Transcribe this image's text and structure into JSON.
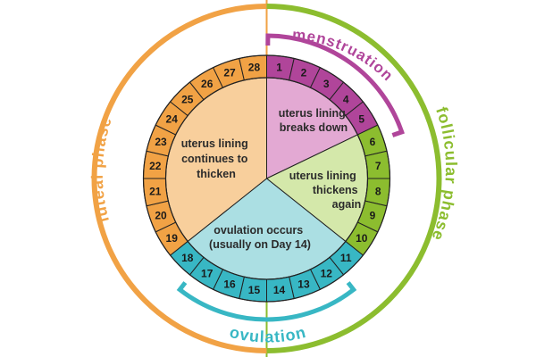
{
  "phases": {
    "menstruation": {
      "label": "menstruation",
      "color": "#b0459a",
      "light": "#e3a9d3",
      "days": [
        1,
        2,
        3,
        4,
        5
      ]
    },
    "follicular": {
      "label": "follicular phase",
      "color": "#8cbd2f",
      "light": "#d4e8aa",
      "days": [
        6,
        7,
        8,
        9,
        10
      ]
    },
    "ovulation": {
      "label": "ovulation",
      "color": "#38b7c4",
      "light": "#abdfe3",
      "days": [
        11,
        12,
        13,
        14,
        15,
        16,
        17,
        18
      ]
    },
    "luteal": {
      "label": "luteal phase",
      "color": "#f1a245",
      "light": "#f8cf9c",
      "days": [
        19,
        20,
        21,
        22,
        23,
        24,
        25,
        26,
        27,
        28
      ]
    }
  },
  "center_labels": {
    "menstruation": [
      "uterus lining",
      "breaks down"
    ],
    "follicular": [
      "uterus lining",
      "thickens",
      "again"
    ],
    "ovulation": [
      "ovulation occurs",
      "(usually on Day 14)"
    ],
    "luteal": [
      "uterus lining",
      "continues to",
      "thicken"
    ]
  },
  "divider_colors": {
    "top": "#f1a245",
    "bottom": "#8cbd2f"
  }
}
